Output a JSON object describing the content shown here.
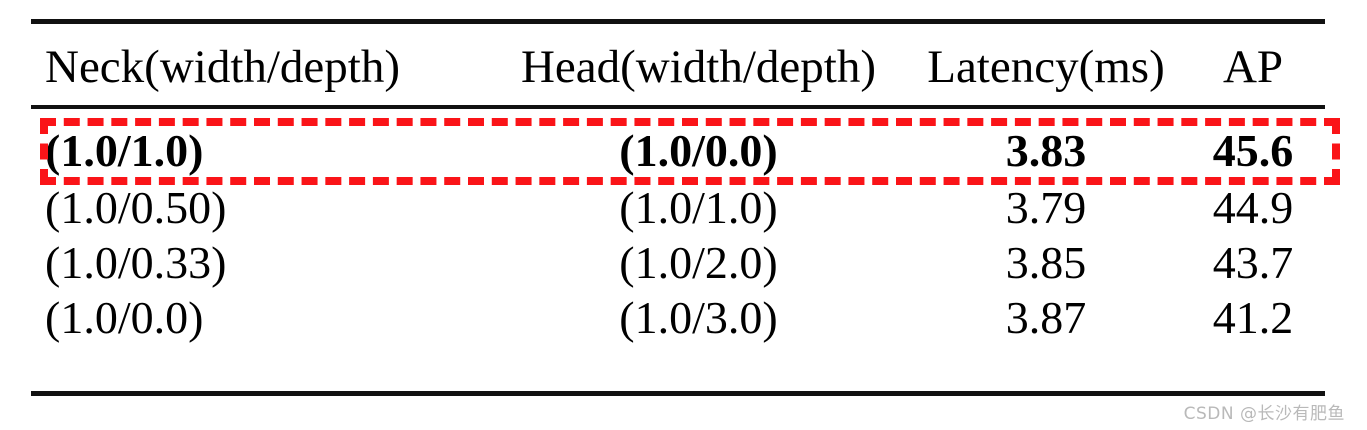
{
  "table": {
    "columns": [
      {
        "key": "neck",
        "label": "Neck(width/depth)"
      },
      {
        "key": "head",
        "label": "Head(width/depth)"
      },
      {
        "key": "latency",
        "label": "Latency(ms)"
      },
      {
        "key": "ap",
        "label": "AP"
      }
    ],
    "rows": [
      {
        "neck": "(1.0/1.0)",
        "head": "(1.0/0.0)",
        "latency": "3.83",
        "ap": "45.6",
        "highlighted": true
      },
      {
        "neck": "(1.0/0.50)",
        "head": "(1.0/1.0)",
        "latency": "3.79",
        "ap": "44.9",
        "highlighted": false
      },
      {
        "neck": "(1.0/0.33)",
        "head": "(1.0/2.0)",
        "latency": "3.85",
        "ap": "43.7",
        "highlighted": false
      },
      {
        "neck": "(1.0/0.0)",
        "head": "(1.0/3.0)",
        "latency": "3.87",
        "ap": "41.2",
        "highlighted": false
      }
    ],
    "highlight_color": "#fa1418",
    "rule_color": "#111111"
  },
  "watermark": {
    "text": "CSDN @长沙有肥鱼",
    "color": "#b9b9b9"
  }
}
